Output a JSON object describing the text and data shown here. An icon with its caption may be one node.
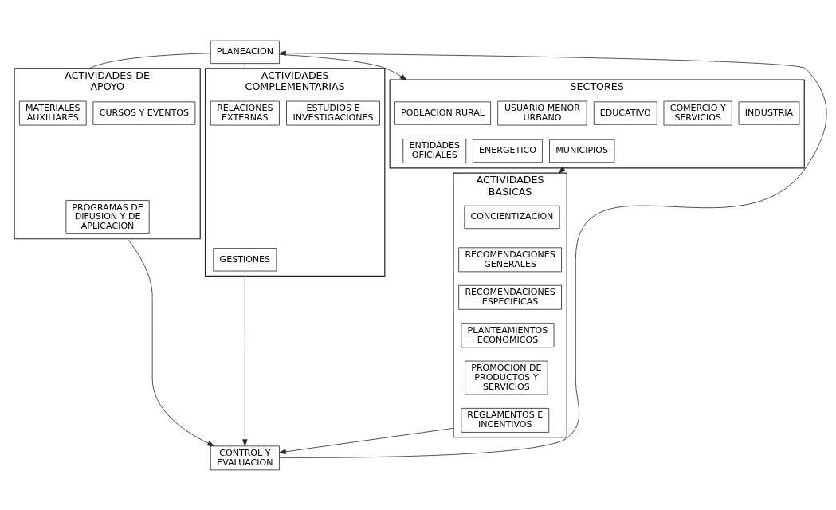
{
  "diagram": {
    "nodes": [
      {
        "text": [
          "PLANEACION"
        ]
      },
      {
        "text": [
          "SECTORES"
        ]
      },
      {
        "text": [
          "POBLACION RURAL"
        ],
        "in": 1
      },
      {
        "text": [
          "USUARIO MENOR URBANO"
        ],
        "in": 1
      },
      {
        "text": [
          "EDUCATIVO"
        ],
        "in": 1
      },
      {
        "text": [
          "COMERCIO Y SERVICIOS"
        ],
        "in": 1
      },
      {
        "text": [
          "INDUSTRIA"
        ],
        "in": 1
      },
      {
        "text": [
          "ENTIDADES OFICIALES"
        ],
        "in": 1
      },
      {
        "text": [
          "ENERGETICO"
        ],
        "in": 1
      },
      {
        "text": [
          "MUNICIPIOS"
        ],
        "in": 1
      },
      {
        "text": [
          "ACTIVIDADES DE APOYO"
        ]
      },
      {
        "text": [
          "MATERIALES AUXILIARES"
        ],
        "in": 10
      },
      {
        "text": [
          "CURSOS Y EVENTOS"
        ],
        "in": 10
      },
      {
        "text": [
          "PROGRAMAS DE DIFUSION Y DE APLICACION"
        ],
        "in": 10
      },
      {
        "text": [
          "ACTIVIDADES BASICAS"
        ]
      },
      {
        "text": [
          "CONCIENTIZACION"
        ],
        "in": 14
      },
      {
        "text": [
          "RECOMENDACIONES GENERALES"
        ],
        "in": 14
      },
      {
        "text": [
          "RECOMENDACIONES ESPECIFICAS"
        ],
        "in": 14
      },
      {
        "text": [
          "PLANTEAMIENTOS ECONOMICOS"
        ],
        "in": 14
      },
      {
        "text": [
          "PROMOCION DE PRODUCTOS Y SERVICIOS"
        ],
        "in": 14
      },
      {
        "text": [
          "REGLAMENTOS E INCENTIVOS"
        ],
        "in": 14
      },
      {
        "text": [
          "ACTIVIDADES COMPLEMENTARIAS"
        ]
      },
      {
        "text": [
          "RELACIONES EXTERNAS"
        ],
        "in": 21
      },
      {
        "text": [
          "ESTUDIOS E INVESTIGACIONES"
        ],
        "in": 21
      },
      {
        "text": [
          "GESTIONES"
        ],
        "in": 21
      },
      {
        "text": [
          "CONTROL Y EVALUACION"
        ]
      }
    ],
    "edges": [
      {
        "from": 0,
        "to": 1,
        "arrow": "to"
      },
      {
        "from": 0,
        "to": 10,
        "arrow": "none"
      },
      {
        "from": 0,
        "to": 21,
        "arrow": "none"
      },
      {
        "from": 1,
        "to": 14,
        "arrow": "to"
      },
      {
        "from": 10,
        "to": 25,
        "arrow": "to"
      },
      {
        "from": 14,
        "to": 25,
        "arrow": "to"
      },
      {
        "from": 21,
        "to": 25,
        "arrow": "to"
      },
      {
        "from": 25,
        "to": 0,
        "arrow": "to"
      }
    ]
  }
}
